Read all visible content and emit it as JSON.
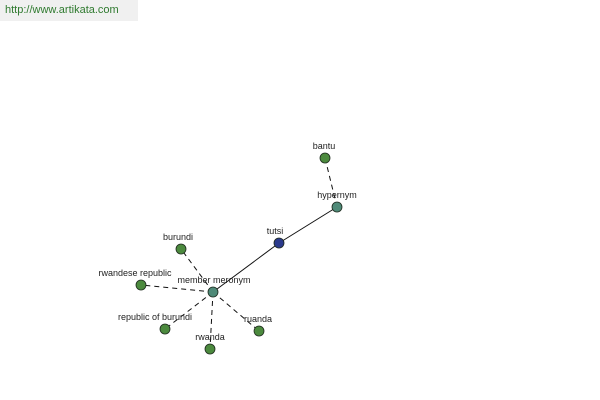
{
  "banner": {
    "url": "http://www.artikata.com"
  },
  "colors": {
    "center_node": "#2b3a8c",
    "relation_node": "#4f8a78",
    "leaf_node": "#4c8a3e",
    "node_stroke": "#1e2a1e",
    "edge": "#111111"
  },
  "graph": {
    "nodes": [
      {
        "id": "tutsi",
        "label": "tutsi",
        "kind": "center"
      },
      {
        "id": "hypernym",
        "label": "hypernym",
        "kind": "relation"
      },
      {
        "id": "bantu",
        "label": "bantu",
        "kind": "leaf"
      },
      {
        "id": "member_meronym",
        "label": "member meronym",
        "kind": "relation"
      },
      {
        "id": "burundi",
        "label": "burundi",
        "kind": "leaf"
      },
      {
        "id": "rwandese_republic",
        "label": "rwandese republic",
        "kind": "leaf"
      },
      {
        "id": "republic_of_burundi",
        "label": "republic of burundi",
        "kind": "leaf"
      },
      {
        "id": "rwanda",
        "label": "rwanda",
        "kind": "leaf"
      },
      {
        "id": "ruanda",
        "label": "ruanda",
        "kind": "leaf"
      }
    ],
    "edges": [
      {
        "from": "tutsi",
        "to": "hypernym",
        "style": "solid"
      },
      {
        "from": "tutsi",
        "to": "member_meronym",
        "style": "solid"
      },
      {
        "from": "hypernym",
        "to": "bantu",
        "style": "dashed"
      },
      {
        "from": "member_meronym",
        "to": "burundi",
        "style": "dashed"
      },
      {
        "from": "member_meronym",
        "to": "rwandese_republic",
        "style": "dashed"
      },
      {
        "from": "member_meronym",
        "to": "republic_of_burundi",
        "style": "dashed"
      },
      {
        "from": "member_meronym",
        "to": "rwanda",
        "style": "dashed"
      },
      {
        "from": "member_meronym",
        "to": "ruanda",
        "style": "dashed"
      }
    ]
  }
}
